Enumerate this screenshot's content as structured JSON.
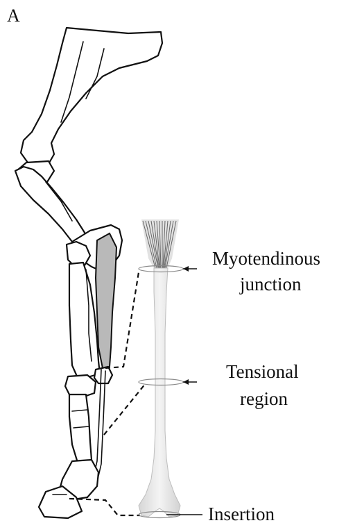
{
  "figure": {
    "panel_label": "A",
    "labels": {
      "myotendinous_line1": "Myotendinous",
      "myotendinous_line2": "junction",
      "tensional_line1": "Tensional",
      "tensional_line2": "region",
      "insertion": "Insertion"
    },
    "colors": {
      "line": "#111111",
      "tendon_fill": "#e8e8e8",
      "muscle_fill": "#b9b9b9"
    }
  }
}
